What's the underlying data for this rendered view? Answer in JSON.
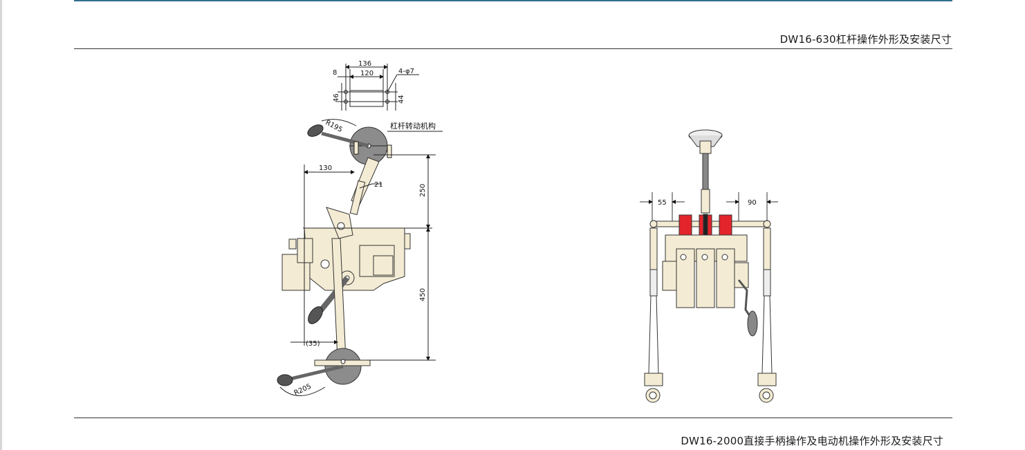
{
  "captions": {
    "top": "DW16-630杠杆操作外形及安装尺寸",
    "bottom": "DW16-2000直接手柄操作及电动机操作外形及安装尺寸"
  },
  "left_drawing": {
    "dims": {
      "d136": "136",
      "d8": "8",
      "d120": "120",
      "holes": "4-φ7",
      "d46": "46",
      "d44": "44",
      "r195": "R195",
      "lever_label": "杠杆转动机构",
      "d130": "130",
      "d21": "21",
      "d250": "250",
      "d450": "450",
      "d35": "(35)",
      "r205": "R205"
    }
  },
  "right_drawing": {
    "dims": {
      "d55": "55",
      "d90": "90"
    }
  },
  "colors": {
    "body_fill": "#f3ebd3",
    "pole_red": "#e3242b",
    "disc_gray": "#8c8c8c",
    "handle_dark": "#555555",
    "rule_blue": "#2f6f8f"
  }
}
